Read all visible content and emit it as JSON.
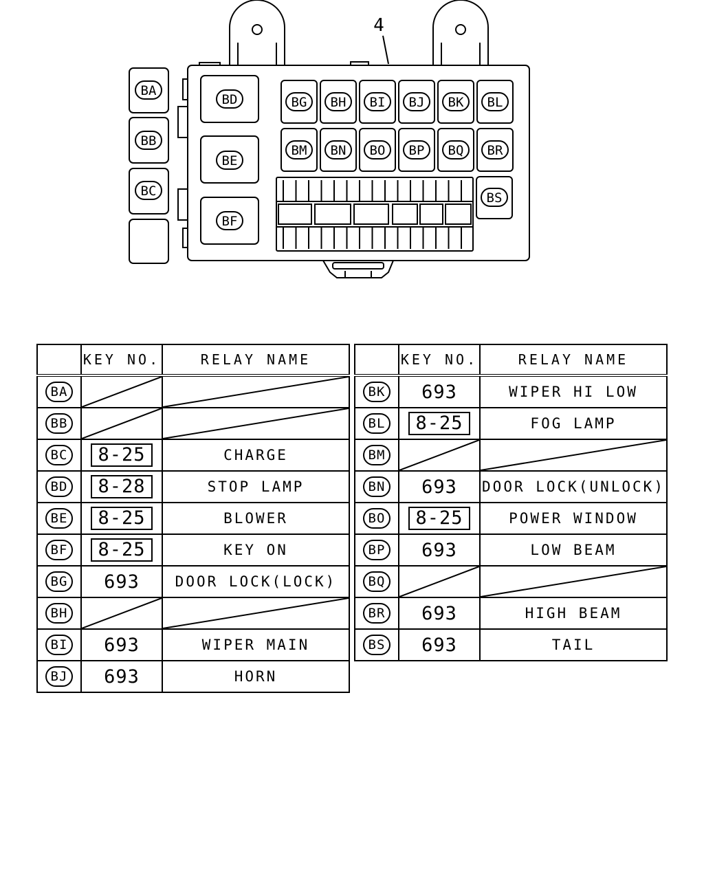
{
  "diagram": {
    "callout": "4",
    "side_relays": [
      "BA",
      "BB",
      "BC"
    ],
    "large_relays": [
      "BD",
      "BE",
      "BF"
    ],
    "grid_row1": [
      "BG",
      "BH",
      "BI",
      "BJ",
      "BK",
      "BL"
    ],
    "grid_row2": [
      "BM",
      "BN",
      "BO",
      "BP",
      "BQ",
      "BR"
    ],
    "right_relay": "BS"
  },
  "tables": [
    {
      "header": {
        "key_no": "KEY NO.",
        "relay_name": "RELAY NAME"
      },
      "rows": [
        {
          "code": "BA",
          "key_no": null,
          "key_boxed": false,
          "relay_name": null
        },
        {
          "code": "BB",
          "key_no": null,
          "key_boxed": false,
          "relay_name": null
        },
        {
          "code": "BC",
          "key_no": "8-25",
          "key_boxed": true,
          "relay_name": "CHARGE"
        },
        {
          "code": "BD",
          "key_no": "8-28",
          "key_boxed": true,
          "relay_name": "STOP LAMP"
        },
        {
          "code": "BE",
          "key_no": "8-25",
          "key_boxed": true,
          "relay_name": "BLOWER"
        },
        {
          "code": "BF",
          "key_no": "8-25",
          "key_boxed": true,
          "relay_name": "KEY ON"
        },
        {
          "code": "BG",
          "key_no": "693",
          "key_boxed": false,
          "relay_name": "DOOR LOCK(LOCK)"
        },
        {
          "code": "BH",
          "key_no": null,
          "key_boxed": false,
          "relay_name": null
        },
        {
          "code": "BI",
          "key_no": "693",
          "key_boxed": false,
          "relay_name": "WIPER MAIN"
        },
        {
          "code": "BJ",
          "key_no": "693",
          "key_boxed": false,
          "relay_name": "HORN"
        }
      ]
    },
    {
      "header": {
        "key_no": "KEY NO.",
        "relay_name": "RELAY NAME"
      },
      "rows": [
        {
          "code": "BK",
          "key_no": "693",
          "key_boxed": false,
          "relay_name": "WIPER HI LOW"
        },
        {
          "code": "BL",
          "key_no": "8-25",
          "key_boxed": true,
          "relay_name": "FOG LAMP"
        },
        {
          "code": "BM",
          "key_no": null,
          "key_boxed": false,
          "relay_name": null
        },
        {
          "code": "BN",
          "key_no": "693",
          "key_boxed": false,
          "relay_name": "DOOR LOCK(UNLOCK)"
        },
        {
          "code": "BO",
          "key_no": "8-25",
          "key_boxed": true,
          "relay_name": "POWER WINDOW"
        },
        {
          "code": "BP",
          "key_no": "693",
          "key_boxed": false,
          "relay_name": "LOW BEAM"
        },
        {
          "code": "BQ",
          "key_no": null,
          "key_boxed": false,
          "relay_name": null
        },
        {
          "code": "BR",
          "key_no": "693",
          "key_boxed": false,
          "relay_name": "HIGH BEAM"
        },
        {
          "code": "BS",
          "key_no": "693",
          "key_boxed": false,
          "relay_name": "TAIL"
        }
      ]
    }
  ]
}
